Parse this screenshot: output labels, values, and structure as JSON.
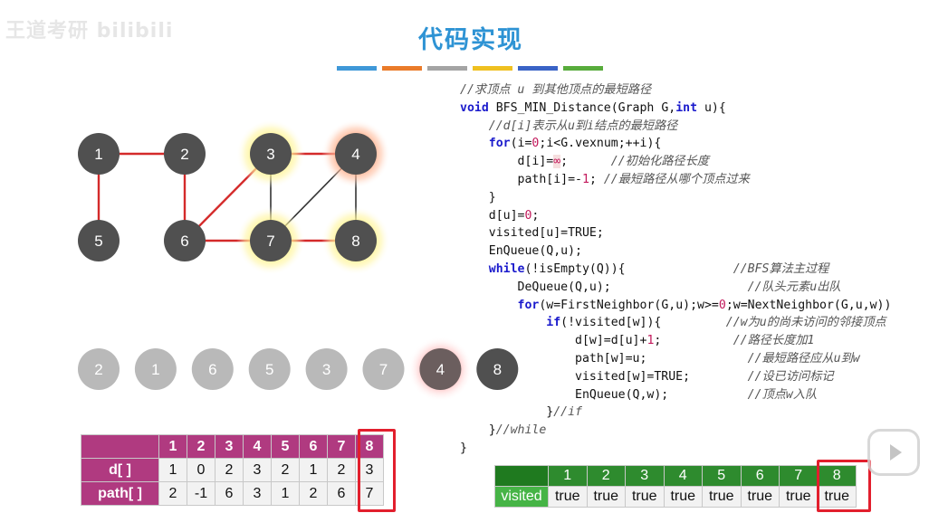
{
  "watermark": "王道考研 bilibili",
  "title": "代码实现",
  "accent_colors": [
    "#3f98d8",
    "#ea7b2a",
    "#a4a4a4",
    "#efc020",
    "#3a63c6",
    "#58ac3c"
  ],
  "graph": {
    "vertices": [
      "1",
      "2",
      "3",
      "4",
      "5",
      "6",
      "7",
      "8"
    ],
    "edges": [
      [
        "1",
        "2"
      ],
      [
        "1",
        "5"
      ],
      [
        "2",
        "6"
      ],
      [
        "3",
        "6"
      ],
      [
        "3",
        "4"
      ],
      [
        "3",
        "7"
      ],
      [
        "4",
        "7"
      ],
      [
        "4",
        "8"
      ],
      [
        "6",
        "7"
      ],
      [
        "7",
        "8"
      ]
    ],
    "tree_edges": [
      [
        "1",
        "2"
      ],
      [
        "1",
        "5"
      ],
      [
        "2",
        "6"
      ],
      [
        "3",
        "6"
      ],
      [
        "3",
        "4"
      ],
      [
        "6",
        "7"
      ],
      [
        "7",
        "8"
      ]
    ],
    "glow_vertices": {
      "3": "yellow",
      "7": "yellow",
      "4": "red",
      "8": "yellow"
    }
  },
  "queue": [
    {
      "label": "2",
      "state": "dequeued"
    },
    {
      "label": "1",
      "state": "dequeued"
    },
    {
      "label": "6",
      "state": "dequeued"
    },
    {
      "label": "5",
      "state": "dequeued"
    },
    {
      "label": "3",
      "state": "dequeued"
    },
    {
      "label": "7",
      "state": "dequeued"
    },
    {
      "label": "4",
      "state": "current"
    },
    {
      "label": "8",
      "state": "queued"
    }
  ],
  "code": [
    [
      {
        "t": "//求顶点 u 到其他顶点的最短路径",
        "c": "cm"
      }
    ],
    [
      {
        "t": "void",
        "c": "kw"
      },
      {
        "t": " BFS_MIN_Distance(Graph G,"
      },
      {
        "t": "int",
        "c": "kw"
      },
      {
        "t": " u){"
      }
    ],
    [
      {
        "t": "    "
      },
      {
        "t": "//d[i]表示从u到i结点的最短路径",
        "c": "cm"
      }
    ],
    [
      {
        "t": "    "
      },
      {
        "t": "for",
        "c": "kw"
      },
      {
        "t": "(i="
      },
      {
        "t": "0",
        "c": "num"
      },
      {
        "t": ";i<G.vexnum;++i){"
      }
    ],
    [
      {
        "t": "        d[i]="
      },
      {
        "t": "∞",
        "c": "sym"
      },
      {
        "t": ";      "
      },
      {
        "t": "//初始化路径长度",
        "c": "cm"
      }
    ],
    [
      {
        "t": "        path[i]=-"
      },
      {
        "t": "1",
        "c": "num"
      },
      {
        "t": "; "
      },
      {
        "t": "//最短路径从哪个顶点过来",
        "c": "cm"
      }
    ],
    [
      {
        "t": "    }"
      }
    ],
    [
      {
        "t": "    d[u]="
      },
      {
        "t": "0",
        "c": "num"
      },
      {
        "t": ";"
      }
    ],
    [
      {
        "t": "    visited[u]=TRUE;"
      }
    ],
    [
      {
        "t": "    EnQueue(Q,u);"
      }
    ],
    [
      {
        "t": "    "
      },
      {
        "t": "while",
        "c": "kw"
      },
      {
        "t": "(!isEmpty(Q)){               "
      },
      {
        "t": "//BFS算法主过程",
        "c": "cm"
      }
    ],
    [
      {
        "t": "        DeQueue(Q,u);                   "
      },
      {
        "t": "//队头元素u出队",
        "c": "cm"
      }
    ],
    [
      {
        "t": "        "
      },
      {
        "t": "for",
        "c": "kw"
      },
      {
        "t": "(w=FirstNeighbor(G,u);w>="
      },
      {
        "t": "0",
        "c": "num"
      },
      {
        "t": ";w=NextNeighbor(G,u,w))"
      }
    ],
    [
      {
        "t": "            "
      },
      {
        "t": "if",
        "c": "kw"
      },
      {
        "t": "(!visited[w]){         "
      },
      {
        "t": "//w为u的尚未访问的邻接顶点",
        "c": "cm"
      }
    ],
    [
      {
        "t": "                d[w]=d[u]+"
      },
      {
        "t": "1",
        "c": "num"
      },
      {
        "t": ";          "
      },
      {
        "t": "//路径长度加1",
        "c": "cm"
      }
    ],
    [
      {
        "t": "                path[w]=u;              "
      },
      {
        "t": "//最短路径应从u到w",
        "c": "cm"
      }
    ],
    [
      {
        "t": "                visited[w]=TRUE;        "
      },
      {
        "t": "//设已访问标记",
        "c": "cm"
      }
    ],
    [
      {
        "t": "                EnQueue(Q,w);           "
      },
      {
        "t": "//顶点w入队",
        "c": "cm"
      }
    ],
    [
      {
        "t": "            }"
      },
      {
        "t": "//if",
        "c": "cm"
      }
    ],
    [
      {
        "t": "    }"
      },
      {
        "t": "//while",
        "c": "cm"
      }
    ],
    [
      {
        "t": "}"
      }
    ]
  ],
  "d_table": {
    "headers": [
      "1",
      "2",
      "3",
      "4",
      "5",
      "6",
      "7",
      "8"
    ],
    "rows": [
      {
        "label": "d[ ]",
        "values": [
          "1",
          "0",
          "2",
          "3",
          "2",
          "1",
          "2",
          "3"
        ]
      },
      {
        "label": "path[ ]",
        "values": [
          "2",
          "-1",
          "6",
          "3",
          "1",
          "2",
          "6",
          "7"
        ]
      }
    ]
  },
  "visited_table": {
    "headers": [
      "1",
      "2",
      "3",
      "4",
      "5",
      "6",
      "7",
      "8"
    ],
    "label": "visited",
    "values": [
      "true",
      "true",
      "true",
      "true",
      "true",
      "true",
      "true",
      "true"
    ]
  }
}
